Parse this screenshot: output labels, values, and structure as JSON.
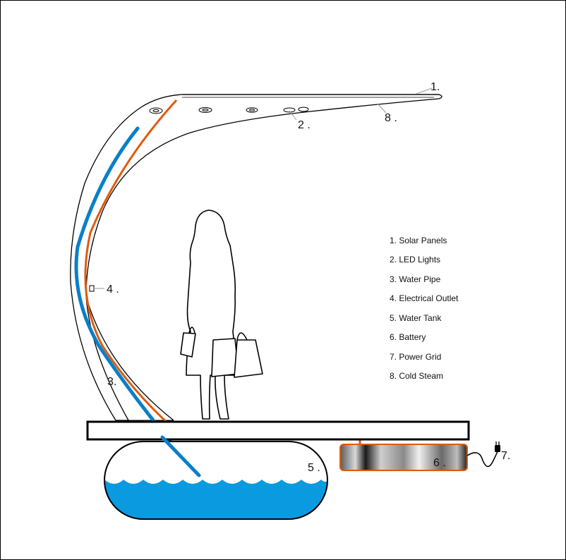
{
  "callouts": {
    "c1": "1.",
    "c2": "2 .",
    "c3": "3.",
    "c4": "4 .",
    "c5": "5 .",
    "c6": "6 .",
    "c7": "7.",
    "c8": "8 ."
  },
  "legend": {
    "items": [
      "1. Solar Panels",
      "2. LED Lights",
      "3. Water Pipe",
      "4. Electrical Outlet",
      "5. Water Tank",
      "6. Battery",
      "7. Power Grid",
      "8. Cold Steam"
    ]
  },
  "colors": {
    "water_pipe": "#0a7fc8",
    "electric_line": "#e05a0c",
    "water": "#0a9ae0",
    "outline": "#000000"
  }
}
